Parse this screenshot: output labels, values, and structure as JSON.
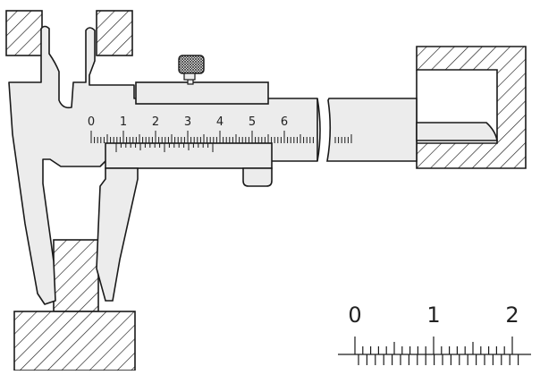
{
  "main_scale": {
    "labels": [
      "0",
      "1",
      "2",
      "3",
      "4",
      "5",
      "6"
    ]
  },
  "vernier_detail": {
    "labels": [
      "0",
      "1",
      "2"
    ]
  },
  "colors": {
    "body_fill": "#ececec",
    "stroke": "#1a1a1a",
    "hatch": "#1a1a1a",
    "background": "#ffffff"
  },
  "icons": {
    "lock_screw": "knurled-screw-icon"
  }
}
